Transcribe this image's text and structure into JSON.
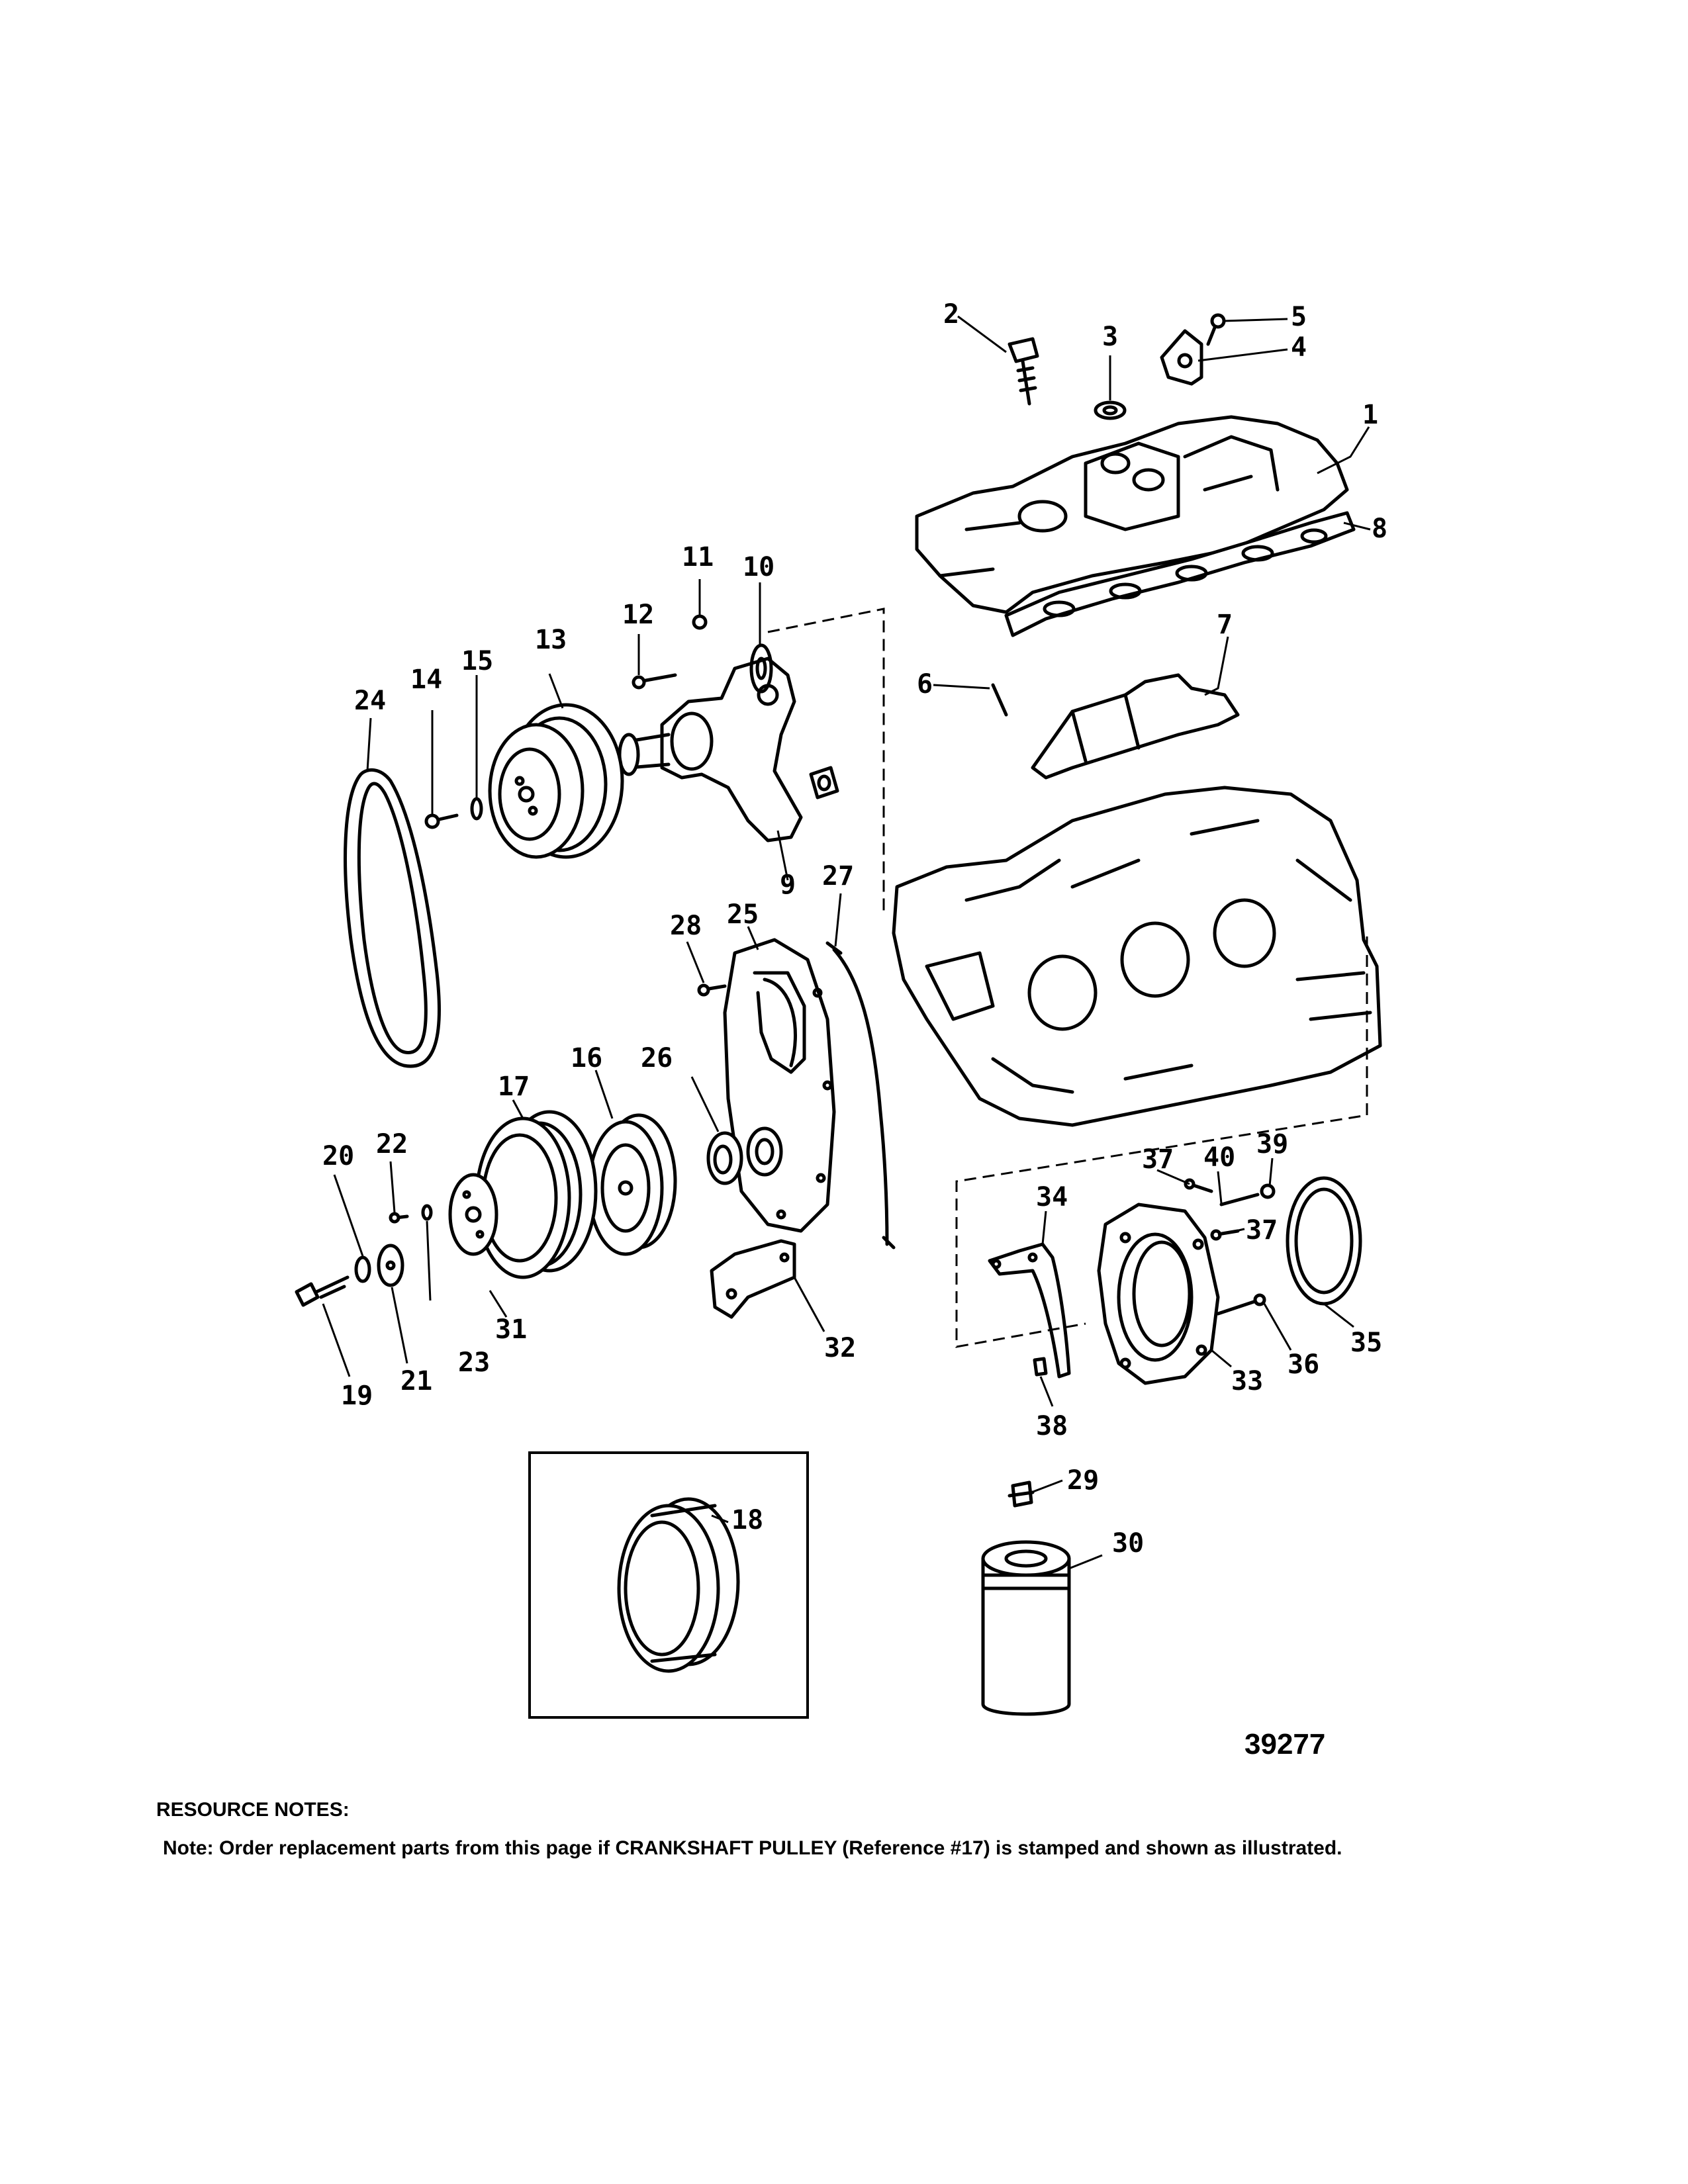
{
  "figure_number": "39277",
  "callouts": {
    "c1": "1",
    "c2": "2",
    "c3": "3",
    "c4": "4",
    "c5": "5",
    "c6": "6",
    "c7": "7",
    "c8": "8",
    "c9": "9",
    "c10": "10",
    "c11": "11",
    "c12": "12",
    "c13": "13",
    "c14": "14",
    "c15": "15",
    "c16": "16",
    "c17": "17",
    "c18": "18",
    "c19": "19",
    "c20": "20",
    "c21": "21",
    "c22": "22",
    "c23": "23",
    "c24": "24",
    "c25": "25",
    "c26": "26",
    "c27": "27",
    "c28": "28",
    "c29": "29",
    "c30": "30",
    "c31": "31",
    "c32": "32",
    "c33": "33",
    "c34": "34",
    "c35": "35",
    "c36": "36",
    "c37a": "37",
    "c37b": "37",
    "c38": "38",
    "c39": "39",
    "c40": "40"
  },
  "resource_notes": {
    "heading": "RESOURCE NOTES:",
    "text": "Note: Order replacement parts from this page if CRANKSHAFT PULLEY (Reference #17) is stamped and shown as illustrated."
  }
}
